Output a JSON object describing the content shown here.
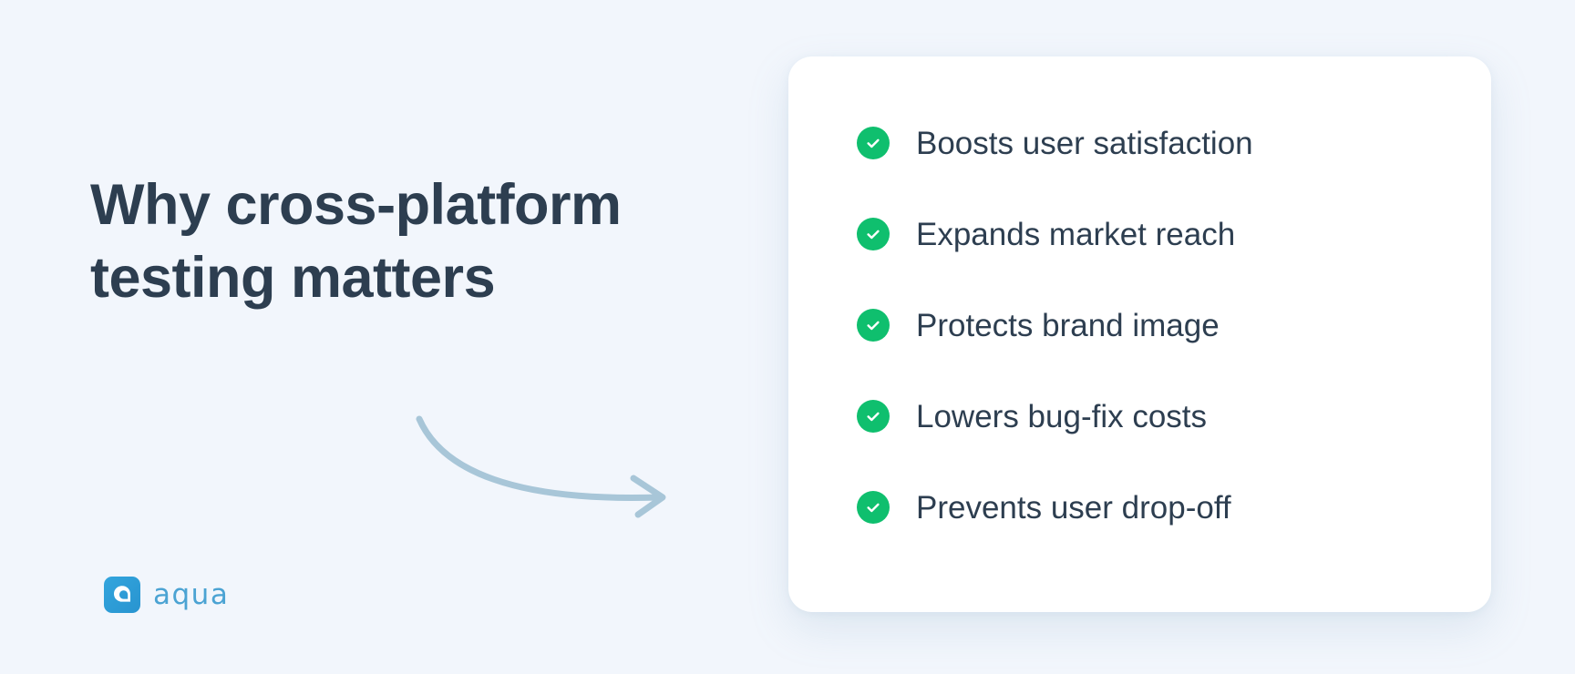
{
  "background_color": "#f2f6fc",
  "headline": {
    "line1": "Why cross-platform",
    "line2": "testing matters",
    "color": "#2d3e50"
  },
  "decoration": {
    "arrow_icon": "curved-arrow-right-icon",
    "arrow_color": "#a8c6d8"
  },
  "brand": {
    "logo_icon": "aqua-logo-icon",
    "name": "aqua",
    "mark_color": "#2f9fd8",
    "word_color": "#4ba3d3"
  },
  "card": {
    "background_color": "#ffffff",
    "check_color": "#0fbf6e",
    "items": [
      {
        "icon": "check-circle-icon",
        "label": "Boosts user satisfaction"
      },
      {
        "icon": "check-circle-icon",
        "label": "Expands market reach"
      },
      {
        "icon": "check-circle-icon",
        "label": "Protects brand image"
      },
      {
        "icon": "check-circle-icon",
        "label": "Lowers bug-fix costs"
      },
      {
        "icon": "check-circle-icon",
        "label": "Prevents user drop-off"
      }
    ]
  }
}
